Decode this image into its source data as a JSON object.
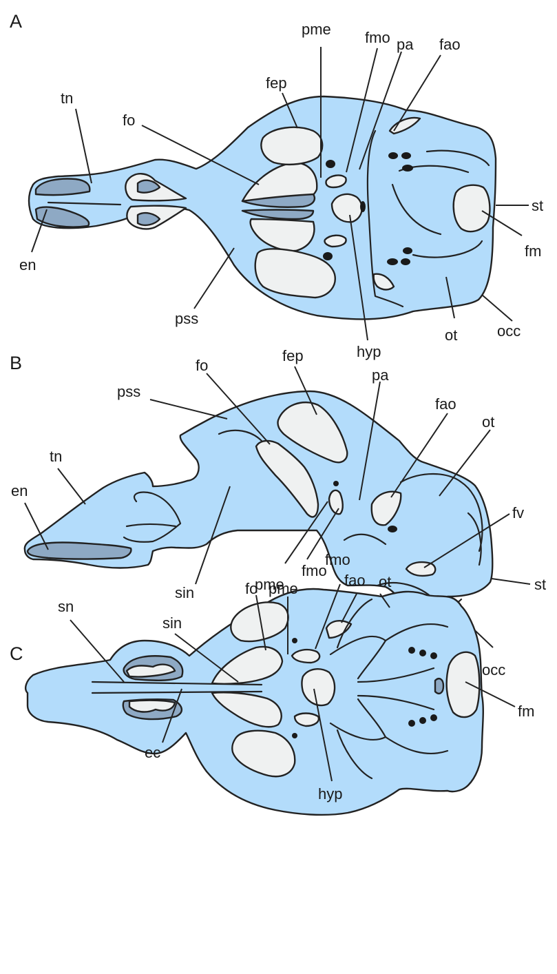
{
  "panels": {
    "a": {
      "letter": "A",
      "labels": {
        "tn": "tn",
        "fo": "fo",
        "fep": "fep",
        "pme": "pme",
        "fmo": "fmo",
        "pa": "pa",
        "fao": "fao",
        "st": "st",
        "fm": "fm",
        "occ": "occ",
        "ot": "ot",
        "hyp": "hyp",
        "pss": "pss",
        "en": "en"
      }
    },
    "b": {
      "letter": "B",
      "labels": {
        "pss": "pss",
        "fo": "fo",
        "fep": "fep",
        "pa": "pa",
        "fao": "fao",
        "ot": "ot",
        "tn": "tn",
        "en": "en",
        "fv": "fv",
        "st": "st",
        "occ": "occ",
        "sin": "sin",
        "pme": "pme",
        "fmo": "fmo"
      }
    },
    "c": {
      "letter": "C",
      "labels": {
        "fmo": "fmo",
        "fo": "fo",
        "pme": "pme",
        "ot": "ot",
        "fao": "fao",
        "sin": "sin",
        "sn": "sn",
        "fm": "fm",
        "ec": "ec",
        "hyp": "hyp"
      }
    }
  },
  "colors": {
    "skull_fill": "#b3dcfb",
    "fenestra_fill": "#eff1f1",
    "dark_fill": "#8ea9c4",
    "outline": "#222222"
  }
}
